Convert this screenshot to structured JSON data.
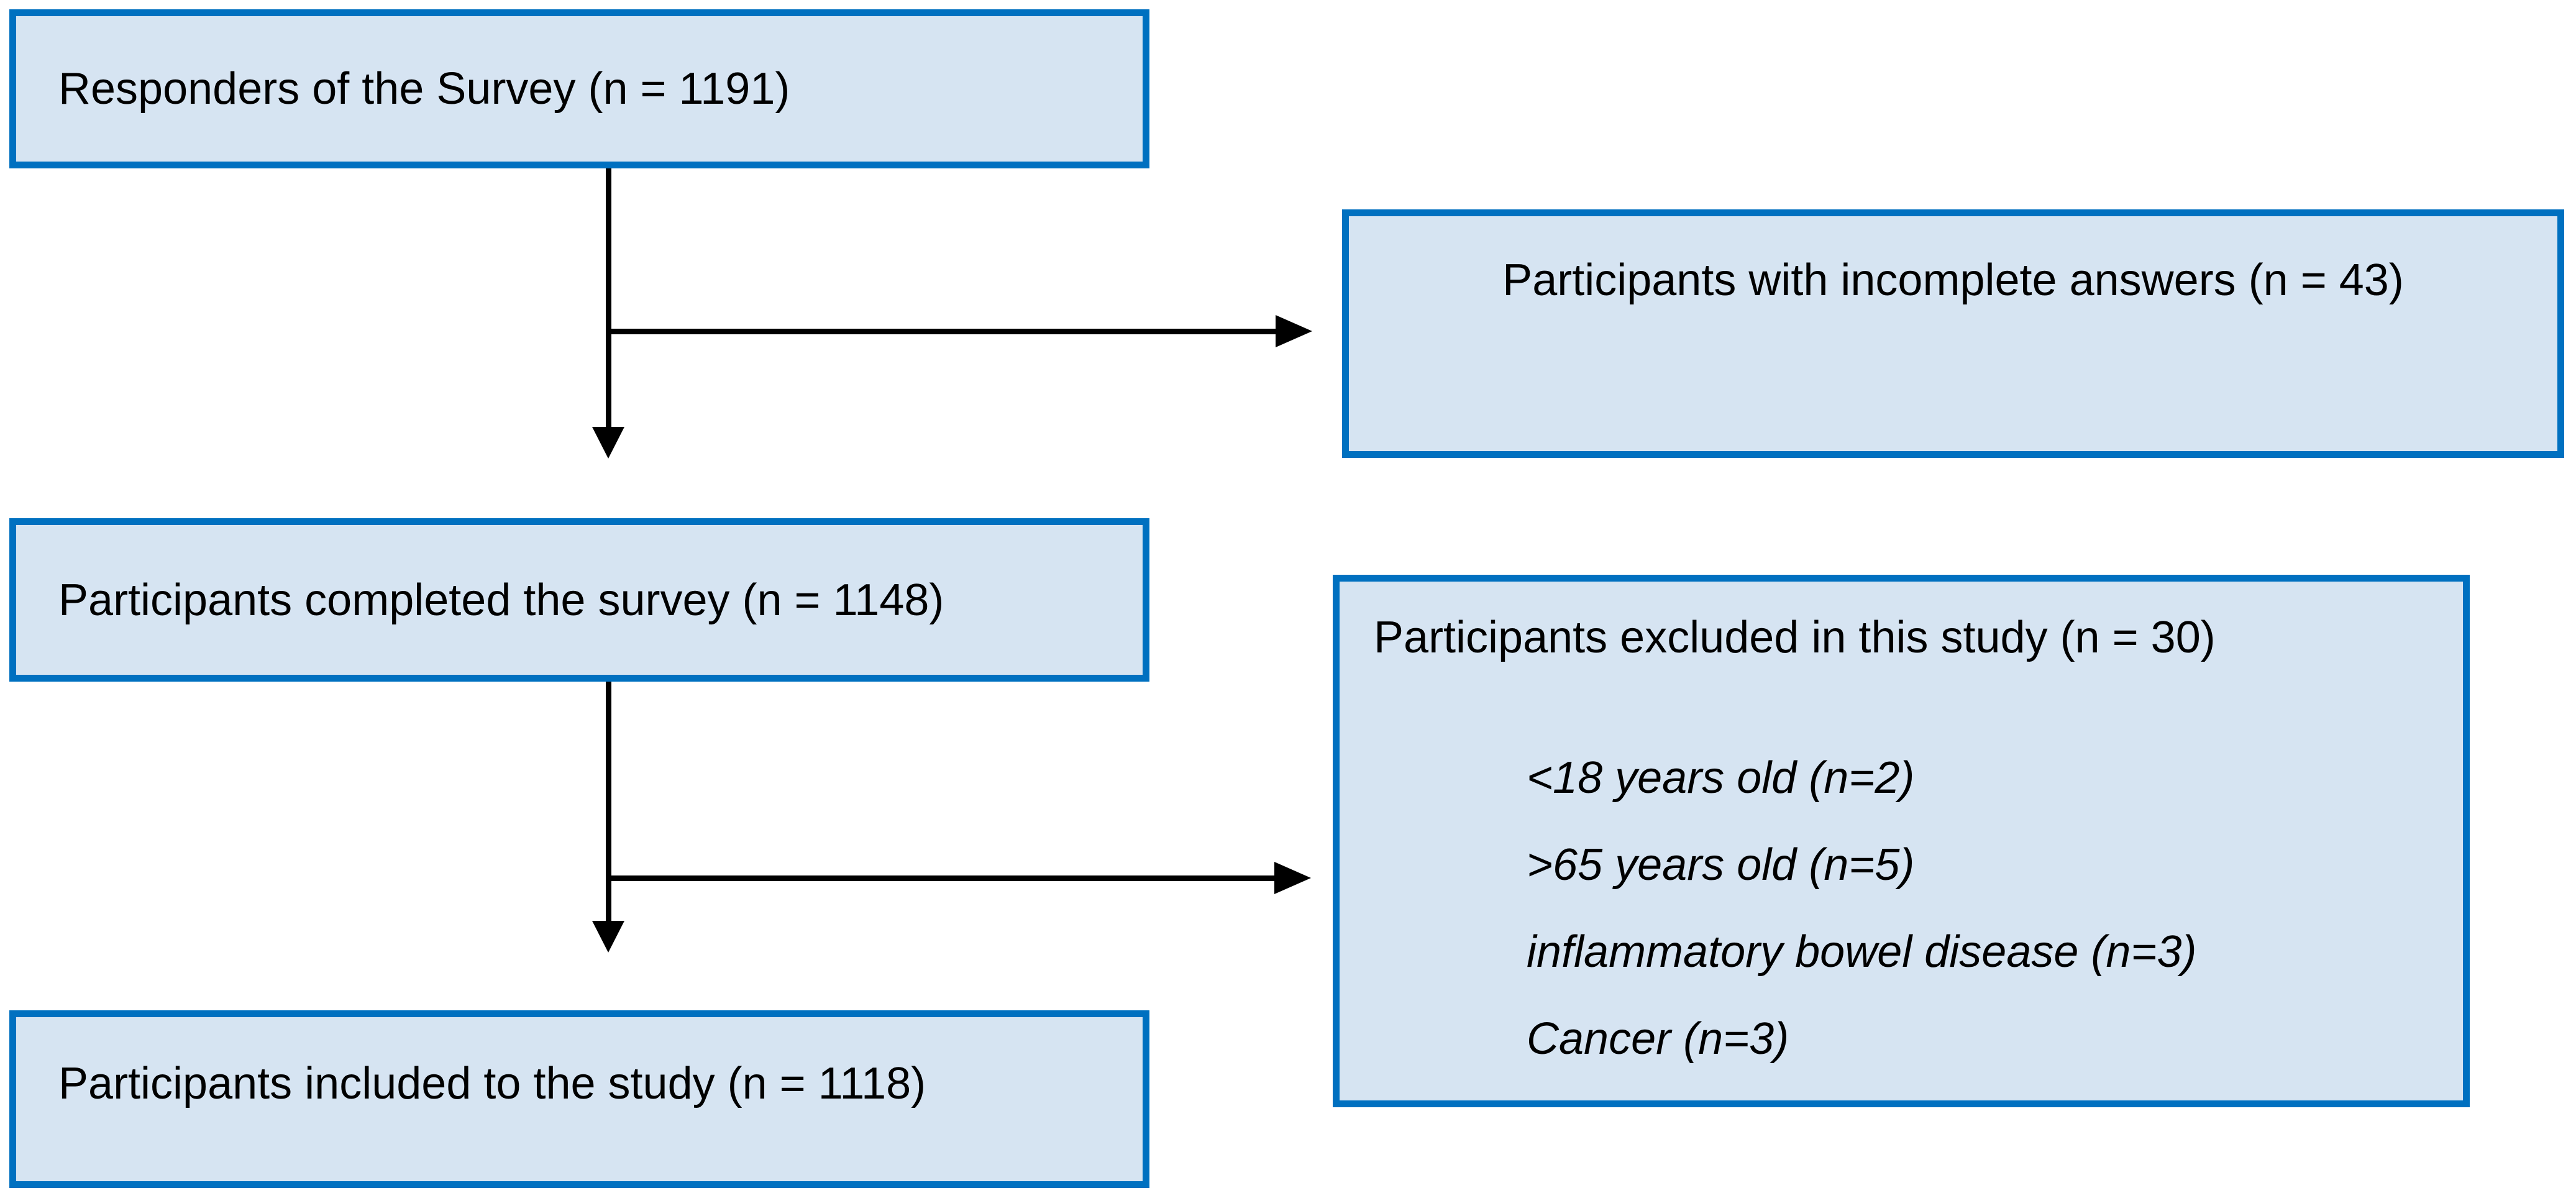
{
  "palette": {
    "box_border": "#0070C0",
    "box_fill": "#D6E4F2",
    "connector": "#000000",
    "text": "#000000"
  },
  "flowchart": {
    "boxes": {
      "responders": {
        "label": "Responders of the Survey (n = 1191)"
      },
      "incomplete": {
        "label": "Participants with incomplete answers (n = 43)"
      },
      "completed": {
        "label": "Participants completed the survey (n = 1148)"
      },
      "excluded": {
        "title": "Participants excluded in this study (n = 30)",
        "items": [
          "<18 years old (n=2)",
          ">65 years old (n=5)",
          "inflammatory bowel disease (n=3)",
          "Cancer (n=3)"
        ]
      },
      "included": {
        "label": "Participants included to the study (n = 1118)"
      }
    }
  }
}
